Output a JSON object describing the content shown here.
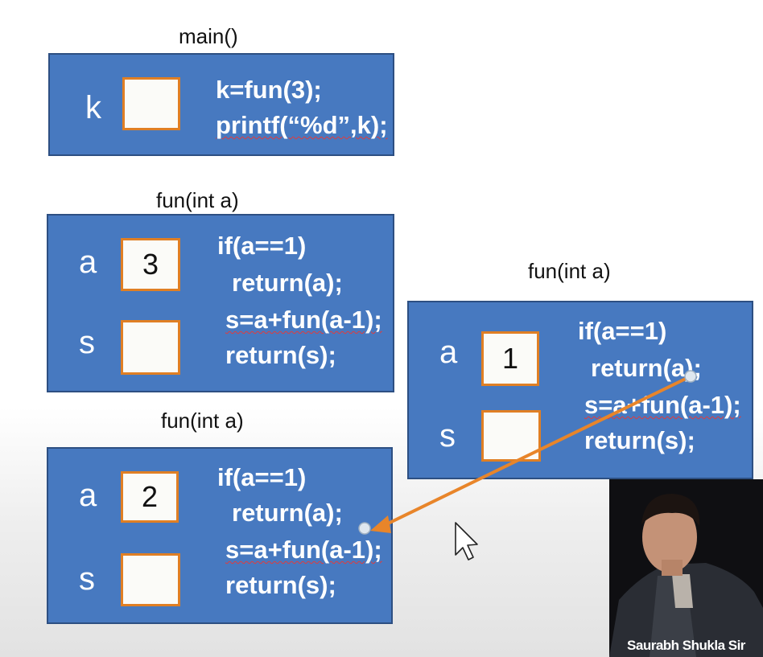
{
  "main_frame": {
    "title": "main()",
    "var_label": "k",
    "var_value": "",
    "code": [
      "k=fun(3);",
      "printf(“%d”,k);"
    ]
  },
  "frames": [
    {
      "title": "fun(int a)",
      "a_label": "a",
      "a_value": "3",
      "s_label": "s",
      "s_value": "",
      "code": [
        "if(a==1)",
        "return(a);",
        "s=a+fun(a-1);",
        "return(s);"
      ]
    },
    {
      "title": "fun(int a)",
      "a_label": "a",
      "a_value": "2",
      "s_label": "s",
      "s_value": "",
      "code": [
        "if(a==1)",
        "return(a);",
        "s=a+fun(a-1);",
        "return(s);"
      ]
    },
    {
      "title": "fun(int a)",
      "a_label": "a",
      "a_value": "1",
      "s_label": "s",
      "s_value": "",
      "code": [
        "if(a==1)",
        "return(a);",
        "s=a+fun(a-1);",
        "return(s);"
      ]
    }
  ],
  "presenter": {
    "watermark": "Saurabh Shukla Sir"
  },
  "colors": {
    "frame_fill": "#4779c0",
    "box_border": "#e07f24",
    "arrow": "#e8852a"
  },
  "icons": {
    "cursor": "mouse-pointer-icon",
    "arrow": "return-arrow-icon"
  }
}
